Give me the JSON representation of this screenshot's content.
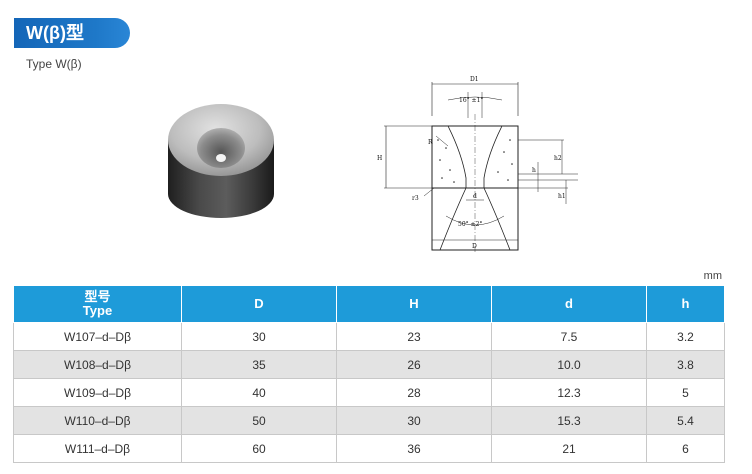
{
  "header": {
    "title": "W(β)型",
    "subtitle": "Type W(β)"
  },
  "drawing_labels": {
    "top_width": "D1",
    "top_angle": "16° ±1°",
    "height": "H",
    "radius": "R",
    "bottom_radius": "r3",
    "bore": "d",
    "h2": "h2",
    "h1": "h1",
    "h_small": "h",
    "bottom_angle": "50° ±2°",
    "width": "D"
  },
  "unit": "mm",
  "table": {
    "headers": {
      "type_cn": "型号",
      "type_en": "Type",
      "D": "D",
      "H": "H",
      "d": "d",
      "h": "h"
    },
    "rows": [
      {
        "type": "W107–d–Dβ",
        "D": "30",
        "H": "23",
        "d": "7.5",
        "h": "3.2"
      },
      {
        "type": "W108–d–Dβ",
        "D": "35",
        "H": "26",
        "d": "10.0",
        "h": "3.8"
      },
      {
        "type": "W109–d–Dβ",
        "D": "40",
        "H": "28",
        "d": "12.3",
        "h": "5"
      },
      {
        "type": "W110–d–Dβ",
        "D": "50",
        "H": "30",
        "d": "15.3",
        "h": "5.4"
      },
      {
        "type": "W111–d–Dβ",
        "D": "60",
        "H": "36",
        "d": "21",
        "h": "6"
      }
    ]
  }
}
